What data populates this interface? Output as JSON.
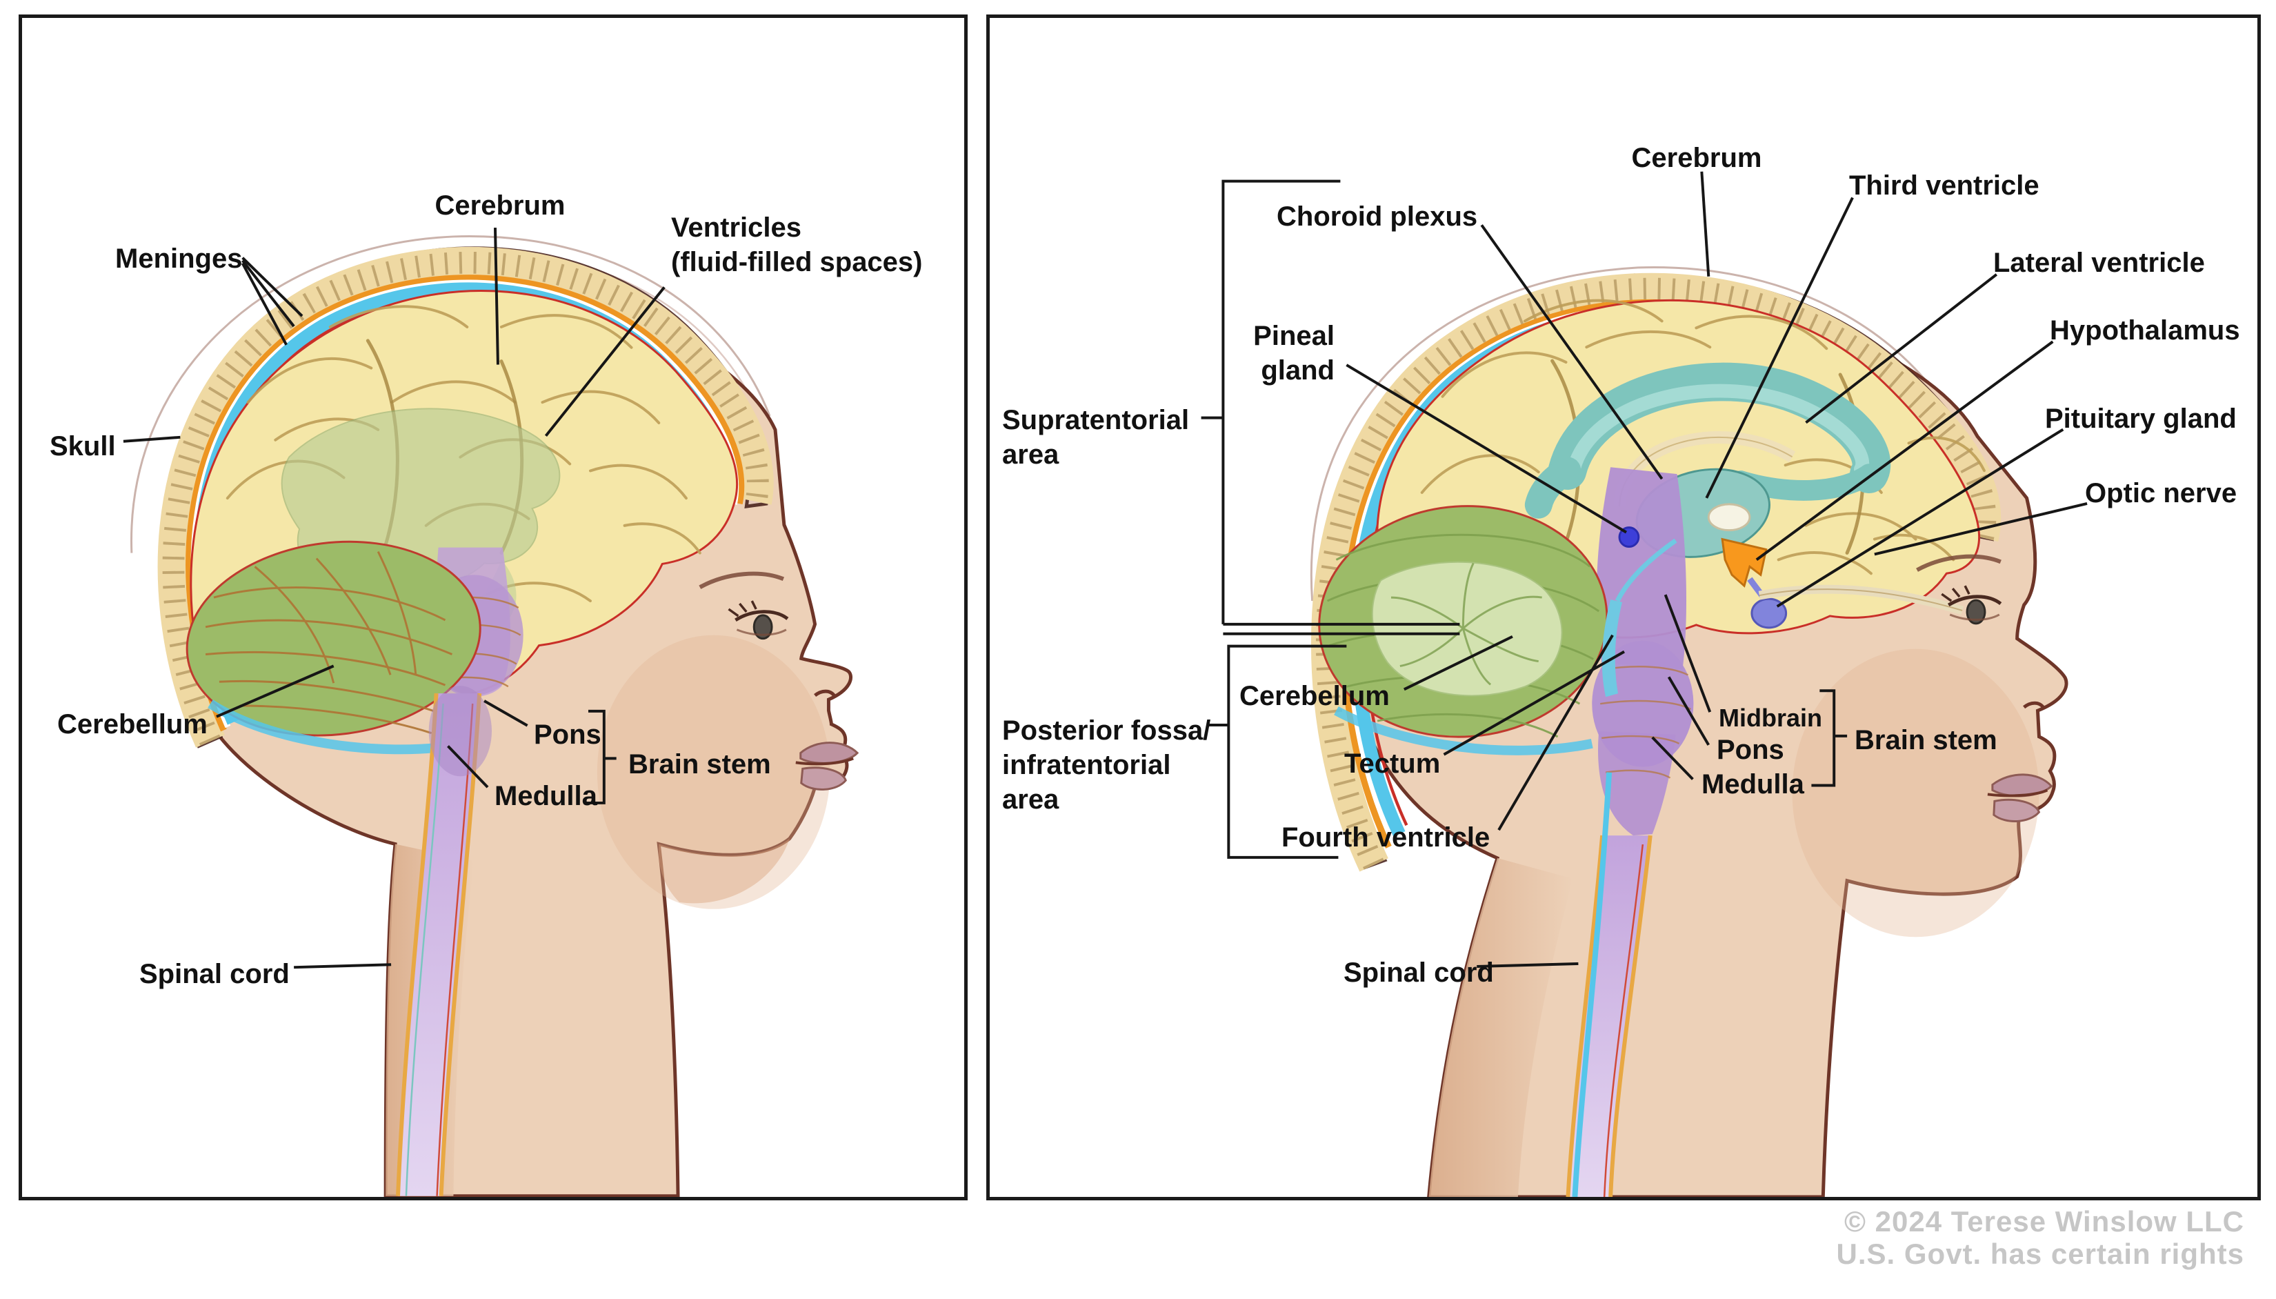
{
  "figure": {
    "description": "Anatomy of the brain in a child, two sagittal head illustrations with labels",
    "copyright": {
      "line1": "© 2024 Terese Winslow LLC",
      "line2": "U.S. Govt. has certain rights"
    }
  },
  "left_panel": {
    "labels": {
      "meninges": "Meninges",
      "cerebrum": "Cerebrum",
      "ventricles_line1": "Ventricles",
      "ventricles_line2": "(fluid-filled spaces)",
      "skull": "Skull",
      "cerebellum": "Cerebellum",
      "pons": "Pons",
      "medulla": "Medulla",
      "brain_stem": "Brain stem",
      "spinal_cord": "Spinal cord"
    }
  },
  "right_panel": {
    "labels": {
      "supratentorial_line1": "Supratentorial",
      "supratentorial_line2": "area",
      "choroid_plexus": "Choroid plexus",
      "pineal_line1": "Pineal",
      "pineal_line2": "gland",
      "cerebrum": "Cerebrum",
      "third_ventricle": "Third ventricle",
      "lateral_ventricle": "Lateral ventricle",
      "hypothalamus": "Hypothalamus",
      "pituitary_gland": "Pituitary gland",
      "optic_nerve": "Optic nerve",
      "posterior_line1": "Posterior fossa/",
      "posterior_line2": "infratentorial",
      "posterior_line3": "area",
      "cerebellum": "Cerebellum",
      "tectum": "Tectum",
      "fourth_ventricle": "Fourth ventricle",
      "midbrain": "Midbrain",
      "pons": "Pons",
      "medulla": "Medulla",
      "brain_stem": "Brain stem",
      "spinal_cord": "Spinal cord"
    }
  },
  "colors": {
    "brain_yellow": "#F5E7A8",
    "gyri_brown": "#BE9E58",
    "cerebellum_green": "#9CBB68",
    "brainstem_purple": "#B18FD2",
    "ventricle_teal": "#7EC5BD",
    "csf_cyan": "#55C6EA",
    "dura_orange": "#ED9522",
    "pia_red": "#C92F28",
    "skull_bone": "#EFD9A3",
    "skin": "#EDD1B8",
    "pineal_blue": "#3D3FD9",
    "hypothalamus_orange": "#F8981D",
    "pituitary_violet": "#8184DC",
    "label_text": "#111111",
    "copyright_gray": "#C6C6C6"
  }
}
